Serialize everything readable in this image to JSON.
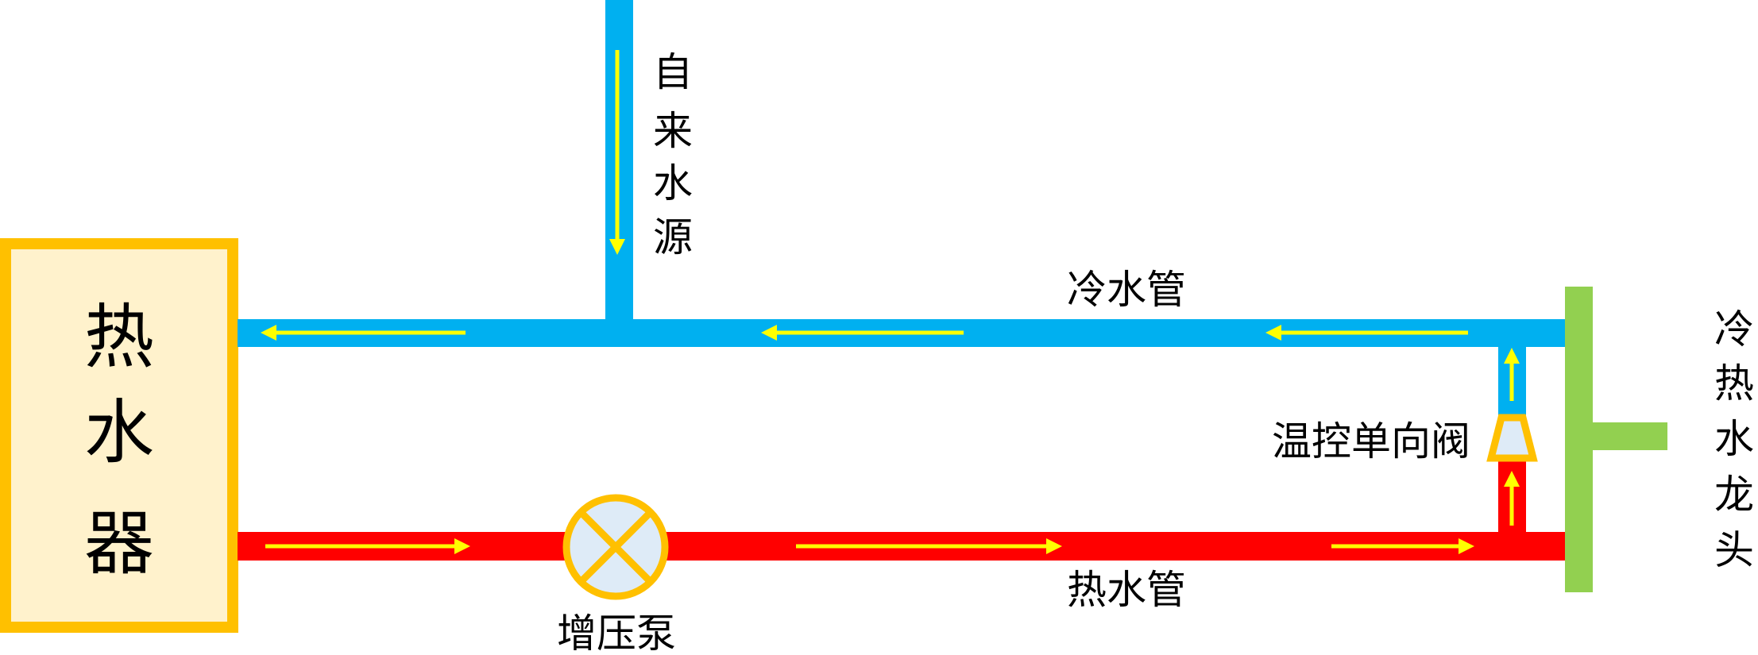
{
  "heater": {
    "label": [
      "热",
      "水",
      "器"
    ]
  },
  "source": {
    "label": [
      "自",
      "来",
      "水",
      "源"
    ]
  },
  "cold_pipe": {
    "label": "冷水管"
  },
  "hot_pipe": {
    "label": "热水管"
  },
  "pump": {
    "label": "增压泵"
  },
  "valve": {
    "label": "温控单向阀"
  },
  "faucet": {
    "label": [
      "冷",
      "热",
      "水",
      "龙",
      "头"
    ]
  },
  "colors": {
    "cold": "#00B0F0",
    "hot": "#FF0000",
    "faucet": "#92D050",
    "accent": "#FFC000",
    "arrow": "#FFFF00",
    "fill": "#FFF2CC",
    "device_fill": "#DEEBF7"
  }
}
